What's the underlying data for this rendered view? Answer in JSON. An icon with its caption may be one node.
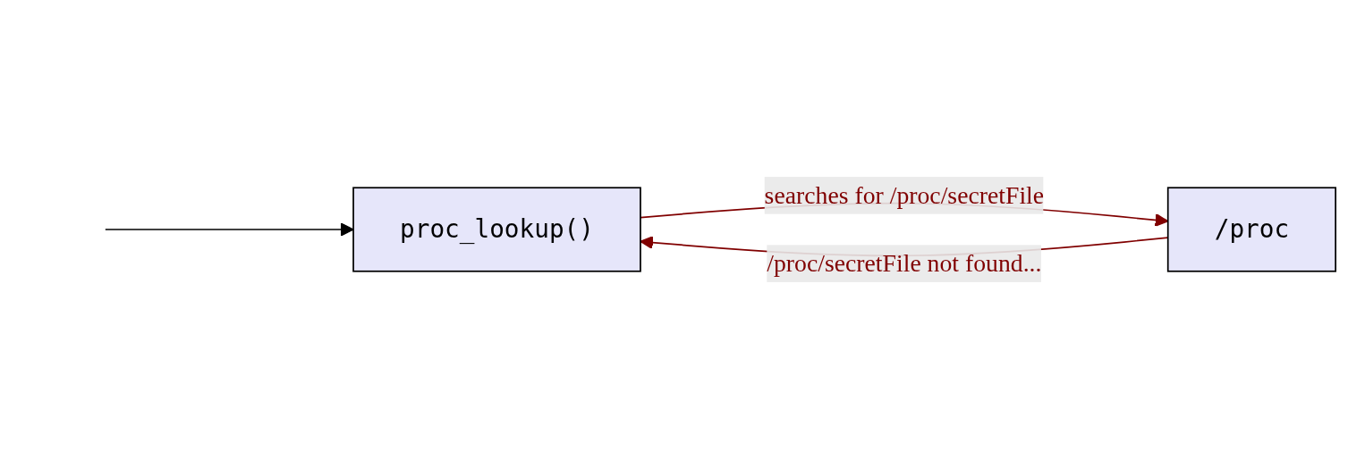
{
  "diagram": {
    "nodes": [
      {
        "text": [
          "proc_lookup()"
        ]
      },
      {
        "text": [
          "/proc"
        ]
      }
    ],
    "edges": [
      {
        "from": null,
        "to": 0,
        "arrow": "to",
        "color": "#000000"
      },
      {
        "from": 0,
        "to": 1,
        "arrow": "to",
        "label": "searches for /proc/secretFile"
      },
      {
        "from": 1,
        "to": 0,
        "arrow": "to",
        "label": "/proc/secretFile not found..."
      }
    ]
  }
}
